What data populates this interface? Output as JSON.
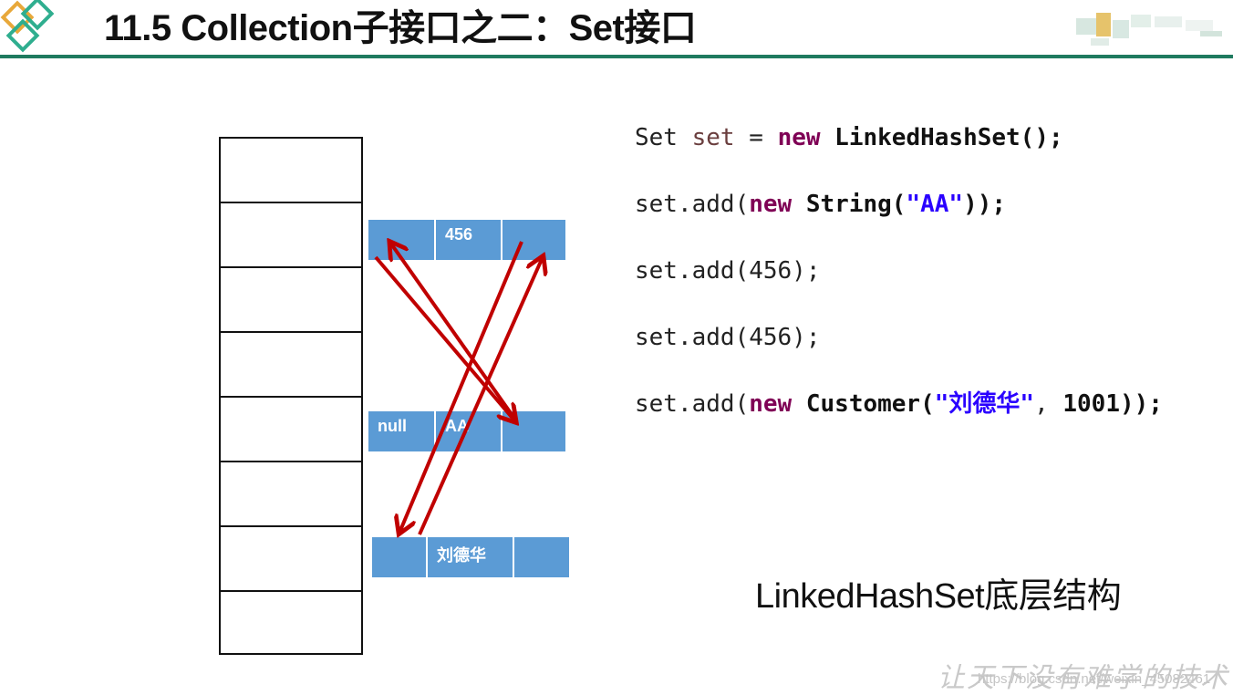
{
  "header": {
    "title": "11.5 Collection子接口之二：Set接口",
    "accent_color": "#1f7a5f",
    "logo_color": "#e8a83a",
    "logo_color_2": "#2fae8f"
  },
  "code_lines": [
    [
      "Set ",
      "set",
      " = ",
      "new",
      " LinkedHashSet();"
    ],
    [
      "set.add(",
      "new",
      " String(",
      "\"AA\"",
      "));"
    ],
    [
      "set.add(456);"
    ],
    [
      "set.add(456);"
    ],
    [
      "set.add(",
      "new",
      " Customer(",
      "\"刘德华\"",
      ", ",
      "1001",
      "));"
    ]
  ],
  "nodes": {
    "node_456": {
      "prev": "",
      "value": "456",
      "next": ""
    },
    "node_aa": {
      "prev": "null",
      "value": "AA",
      "next": ""
    },
    "node_ldh": {
      "prev": "",
      "value": "刘德华",
      "next": ""
    }
  },
  "colors": {
    "node_fill": "#5b9bd5",
    "arrow": "#c00000",
    "keyword": "#7f0055",
    "string": "#2a00ff"
  },
  "caption": "LinkedHashSet底层结构",
  "watermark": {
    "text": "让天下没有难学的技术",
    "url": "https://blog.csdn.net/weixin_45082461"
  }
}
